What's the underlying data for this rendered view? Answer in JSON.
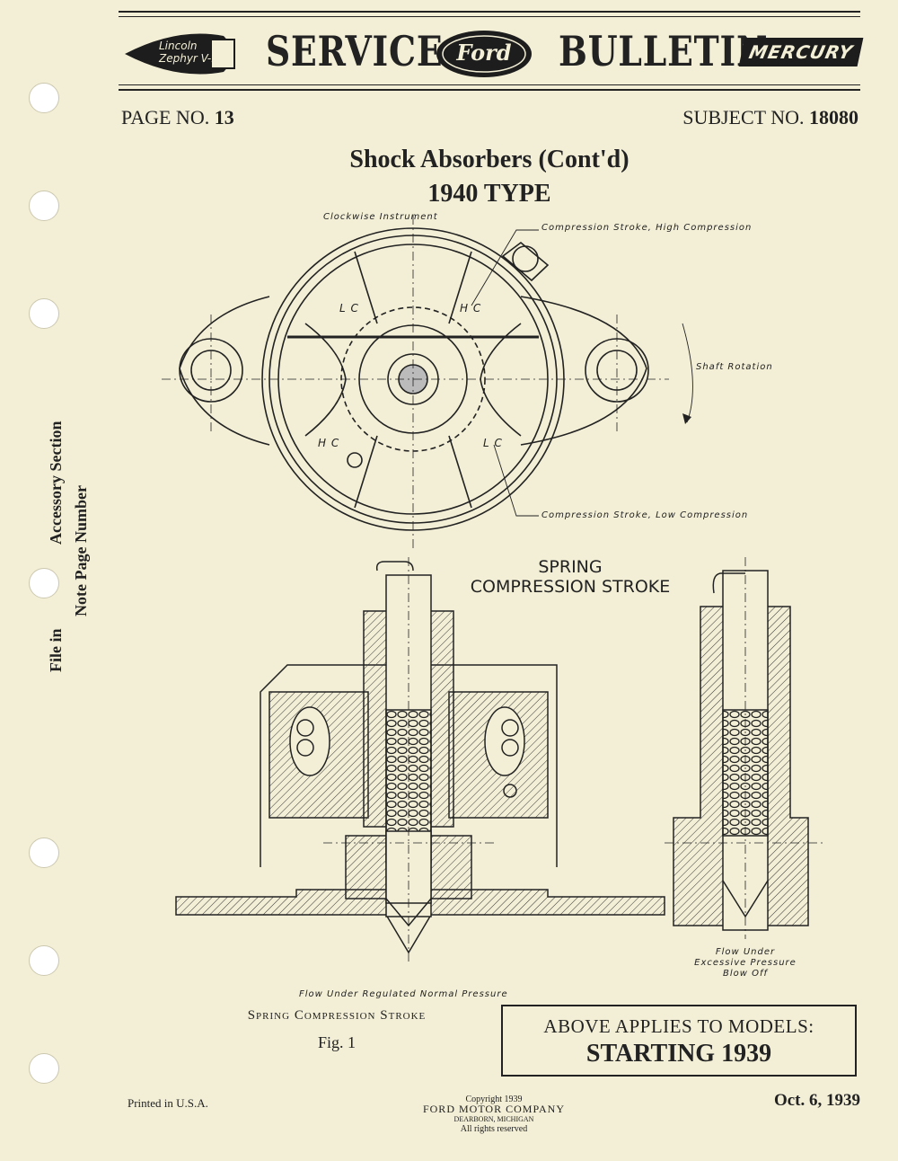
{
  "header": {
    "lincoln_logo": "Lincoln Zephyr V-12",
    "service": "SERVICE",
    "ford_logo": "Ford",
    "bulletin": "BULLETIN",
    "mercury_logo": "MERCURY"
  },
  "page_no_label": "PAGE NO.",
  "page_no": "13",
  "subject_no_label": "SUBJECT NO.",
  "subject_no": "18080",
  "title": "Shock Absorbers (Cont'd)",
  "subtitle": "1940 TYPE",
  "top_diagram": {
    "clockwise_label": "Clockwise Instrument",
    "high_comp_label": "Compression Stroke, High Compression",
    "low_comp_label": "Compression Stroke, Low Compression",
    "shaft_rotation": "Shaft Rotation",
    "lc": "L C",
    "hc": "H C"
  },
  "bottom_diagram": {
    "spring_line1": "SPRING",
    "spring_line2": "COMPRESSION STROKE",
    "flow_regulated": "Flow Under Regulated Normal Pressure",
    "flow_excess_1": "Flow Under",
    "flow_excess_2": "Excessive Pressure",
    "flow_excess_3": "Blow Off"
  },
  "caption": "Spring Compression Stroke",
  "fig_label": "Fig. 1",
  "applies_box": {
    "line1": "ABOVE APPLIES TO MODELS:",
    "line2": "STARTING 1939"
  },
  "side_text": {
    "file_in": "File in",
    "accessory": "Accessory Section",
    "note": "Note Page Number"
  },
  "footer": {
    "printed": "Printed in U.S.A.",
    "copyright": "Copyright 1939",
    "company": "FORD MOTOR COMPANY",
    "city": "DEARBORN, MICHIGAN",
    "rights": "All rights reserved",
    "date": "Oct. 6, 1939"
  }
}
